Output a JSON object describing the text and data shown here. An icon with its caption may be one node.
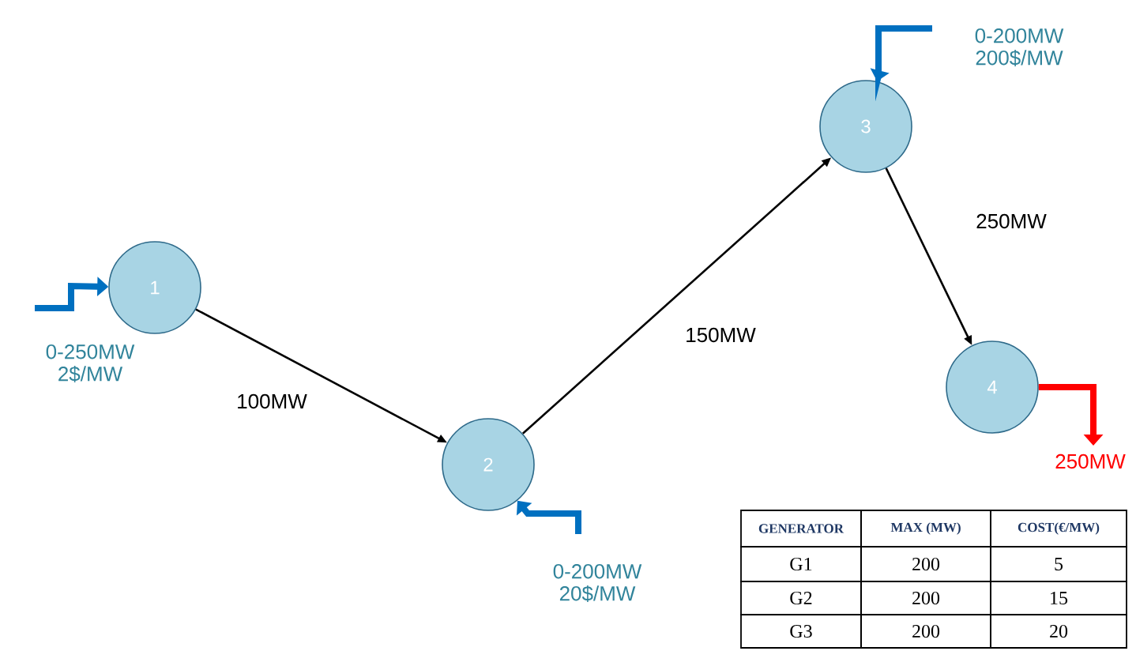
{
  "diagram": {
    "nodes": [
      {
        "text": [
          "1"
        ]
      },
      {
        "text": [
          "2"
        ]
      },
      {
        "text": [
          "3"
        ]
      },
      {
        "text": [
          "4"
        ]
      }
    ],
    "edges": [
      {
        "from": null,
        "to": 0,
        "arrow": "to",
        "label": "0-250MW 2$/MW",
        "color": "#0070c0"
      },
      {
        "from": 0,
        "to": 1,
        "arrow": "to",
        "label": "100MW",
        "color": "#000000"
      },
      {
        "from": null,
        "to": 1,
        "arrow": "to",
        "label": "0-200MW 20$/MW",
        "color": "#0070c0"
      },
      {
        "from": 1,
        "to": 2,
        "arrow": "to",
        "label": "150MW",
        "color": "#000000"
      },
      {
        "from": null,
        "to": 2,
        "arrow": "to",
        "label": "0-200MW 200$/MW",
        "color": "#0070c0"
      },
      {
        "from": 2,
        "to": 3,
        "arrow": "to",
        "label": "250MW",
        "color": "#000000"
      },
      {
        "from": 3,
        "to": null,
        "arrow": "to",
        "label": "250MW",
        "color": "#ff0000"
      }
    ],
    "labels": [
      "GENERATOR",
      "MAX (MW)",
      "COST(€/MW)",
      "G1",
      "200",
      "5",
      "G2",
      "200",
      "15",
      "G3",
      "200",
      "20"
    ]
  }
}
